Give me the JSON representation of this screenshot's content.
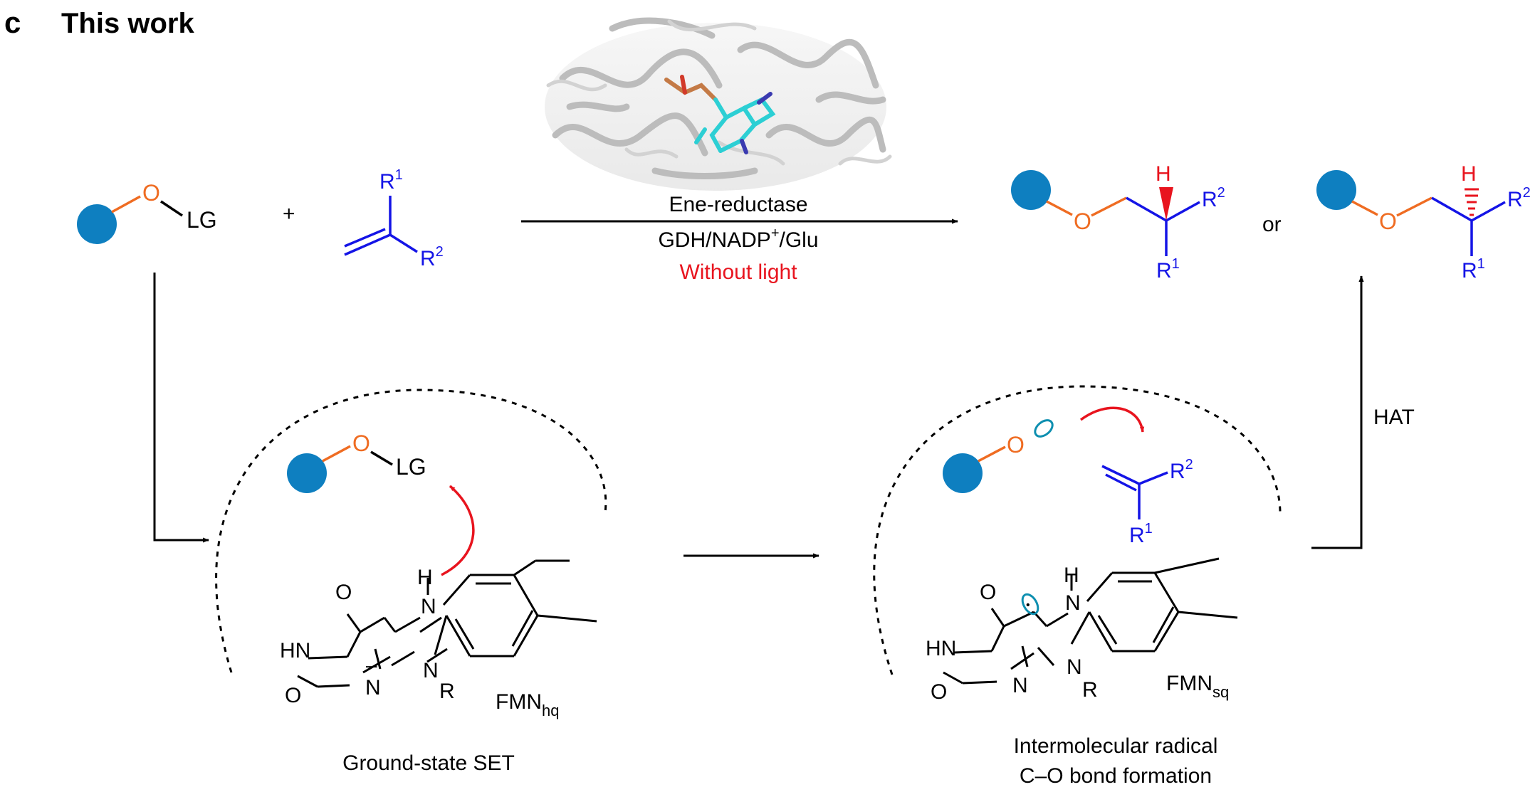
{
  "panel": {
    "letter": "c",
    "title": "This work"
  },
  "reactants": {
    "oxygen": "O",
    "leaving_group": "LG",
    "plus": "+",
    "alkene_r1": "R",
    "alkene_r1_sup": "1",
    "alkene_r2": "R",
    "alkene_r2_sup": "2"
  },
  "conditions": {
    "enzyme": "Ene-reductase",
    "cofactor_pre": "GDH/NADP",
    "cofactor_sup": "+",
    "cofactor_post": "/Glu",
    "light": "Without light"
  },
  "products": {
    "hydrogen": "H",
    "oxygen": "O",
    "r1": "R",
    "r1_sup": "1",
    "r2": "R",
    "r2_sup": "2",
    "or_text": "or"
  },
  "hat_label": "HAT",
  "left_cycle": {
    "substrate_o": "O",
    "substrate_lg": "LG",
    "atoms": {
      "nh_top": "H",
      "n5": "N",
      "o_top": "O",
      "hn": "HN",
      "o_bottom": "O",
      "n1": "N",
      "charge": "–",
      "n10": "N",
      "r": "R"
    },
    "cofactor_name": "FMN",
    "cofactor_sub": "hq",
    "caption": "Ground-state SET"
  },
  "right_cycle": {
    "radical_o": "O",
    "radical_dot": "•",
    "alkene_r1": "R",
    "alkene_r1_sup": "1",
    "alkene_r2": "R",
    "alkene_r2_sup": "2",
    "atoms": {
      "nh_top": "H",
      "n5": "N",
      "o_top": "O",
      "hn": "HN",
      "o_bottom": "O",
      "n1": "N",
      "n10": "N",
      "r": "R"
    },
    "cofactor_name": "FMN",
    "cofactor_sub": "sq",
    "caption_line1": "Intermolecular radical",
    "caption_line2": "C–O bond formation"
  },
  "colors": {
    "substituent_ball": "#0e7fc0",
    "oxygen_orange": "#ef6c22",
    "alkene_blue": "#1414e6",
    "highlight_red": "#e8141e",
    "orbital_teal": "#0e8fb0",
    "flavin_cyan": "#2ccfd4"
  },
  "icons": [
    "protein-structure-image",
    "substituent-ball-icon",
    "curved-arrow-icon",
    "radical-orbital-icon"
  ]
}
